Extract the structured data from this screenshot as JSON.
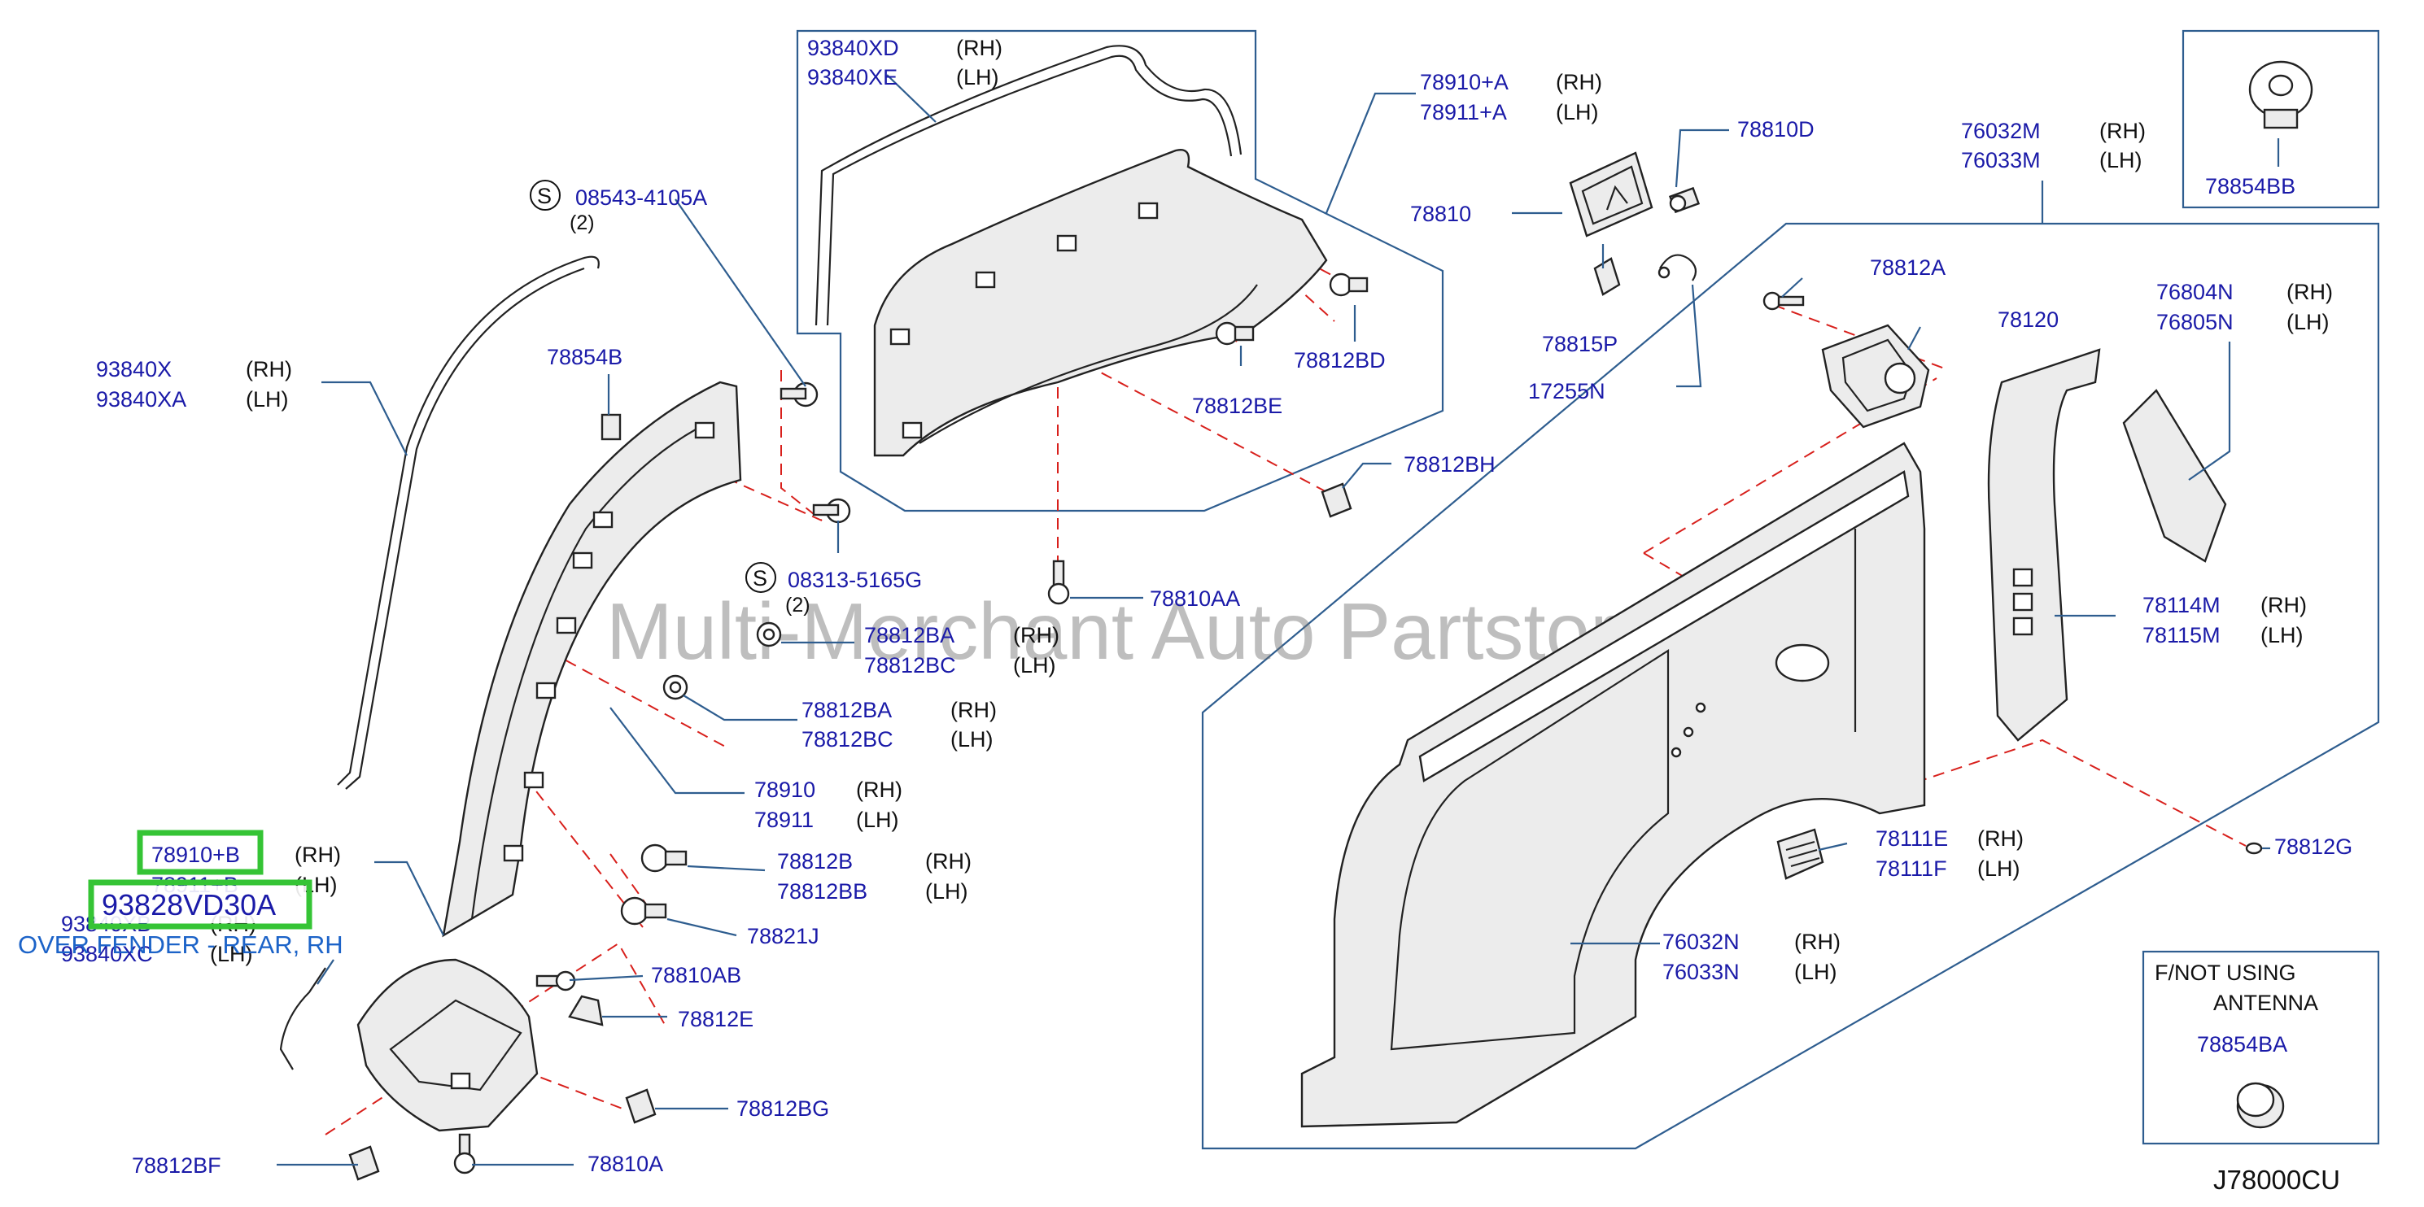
{
  "watermark": "Multi-Merchant Auto Partstore",
  "diagram_code": "J78000CU",
  "highlight": {
    "part_number": "93828VD30A",
    "caption": "OVER FENDER - REAR, RH"
  },
  "notes": {
    "antenna_line1": "F/NOT   USING",
    "antenna_line2": "ANTENNA"
  },
  "screw_symbols": [
    "S",
    "S"
  ],
  "quantities": [
    "(2)",
    "(2)"
  ],
  "labels": [
    {
      "pn": "93840XD",
      "side": "(RH)"
    },
    {
      "pn": "93840XE",
      "side": "(LH)"
    },
    {
      "pn": "78910+A",
      "side": "(RH)"
    },
    {
      "pn": "78911+A",
      "side": "(LH)"
    },
    {
      "pn": "78810D",
      "side": ""
    },
    {
      "pn": "78810",
      "side": ""
    },
    {
      "pn": "78815P",
      "side": ""
    },
    {
      "pn": "17255N",
      "side": ""
    },
    {
      "pn": "76032M",
      "side": "(RH)"
    },
    {
      "pn": "76033M",
      "side": "(LH)"
    },
    {
      "pn": "78854BB",
      "side": ""
    },
    {
      "pn": "08543-4105A",
      "side": ""
    },
    {
      "pn": "93840X",
      "side": "(RH)"
    },
    {
      "pn": "93840XA",
      "side": "(LH)"
    },
    {
      "pn": "78854B",
      "side": ""
    },
    {
      "pn": "78812BD",
      "side": ""
    },
    {
      "pn": "78812BE",
      "side": ""
    },
    {
      "pn": "78812A",
      "side": ""
    },
    {
      "pn": "78120",
      "side": ""
    },
    {
      "pn": "76804N",
      "side": "(RH)"
    },
    {
      "pn": "76805N",
      "side": "(LH)"
    },
    {
      "pn": "78812BH",
      "side": ""
    },
    {
      "pn": "08313-5165G",
      "side": ""
    },
    {
      "pn": "78810AA",
      "side": ""
    },
    {
      "pn": "78812BA",
      "side": "(RH)"
    },
    {
      "pn": "78812BC",
      "side": "(LH)"
    },
    {
      "pn": "78812BA",
      "side": "(RH)"
    },
    {
      "pn": "78812BC",
      "side": "(LH)"
    },
    {
      "pn": "78114M",
      "side": "(RH)"
    },
    {
      "pn": "78115M",
      "side": "(LH)"
    },
    {
      "pn": "78910",
      "side": "(RH)"
    },
    {
      "pn": "78911",
      "side": "(LH)"
    },
    {
      "pn": "78910+B",
      "side": "(RH)"
    },
    {
      "pn": "78911+B",
      "side": "(LH)"
    },
    {
      "pn": "78812B",
      "side": "(RH)"
    },
    {
      "pn": "78812BB",
      "side": "(LH)"
    },
    {
      "pn": "78111E",
      "side": "(RH)"
    },
    {
      "pn": "78111F",
      "side": "(LH)"
    },
    {
      "pn": "78812G",
      "side": ""
    },
    {
      "pn": "93840XB",
      "side": "(RH)"
    },
    {
      "pn": "93840XC",
      "side": "(LH)"
    },
    {
      "pn": "78821J",
      "side": ""
    },
    {
      "pn": "76032N",
      "side": "(RH)"
    },
    {
      "pn": "76033N",
      "side": "(LH)"
    },
    {
      "pn": "78810AB",
      "side": ""
    },
    {
      "pn": "78812E",
      "side": ""
    },
    {
      "pn": "78854BA",
      "side": ""
    },
    {
      "pn": "78812BG",
      "side": ""
    },
    {
      "pn": "78812BF",
      "side": ""
    },
    {
      "pn": "78810A",
      "side": ""
    }
  ]
}
